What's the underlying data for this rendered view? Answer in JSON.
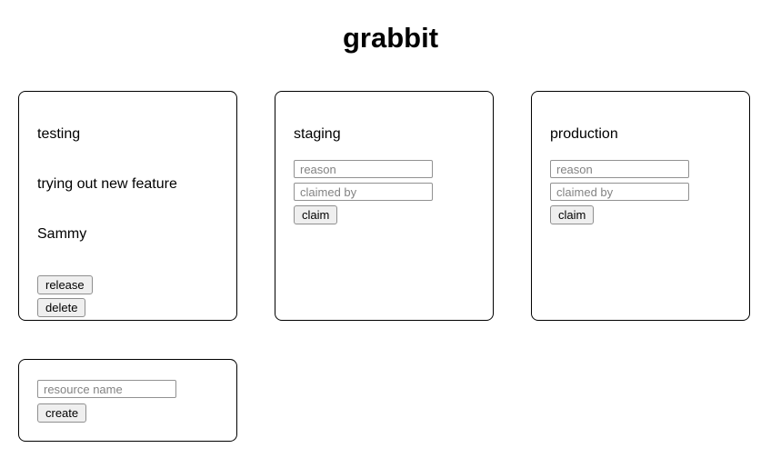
{
  "title": "grabbit",
  "colors": {
    "card_border": "#000000",
    "input_border": "#919191",
    "placeholder_text": "#838383",
    "button_bg": "#efefef",
    "button_border": "#8f8f8f",
    "text": "#000000",
    "background": "#ffffff"
  },
  "cards": [
    {
      "name": "testing",
      "reason": "trying out new feature",
      "claimed_by": "Sammy",
      "release_label": "release",
      "delete_label": "delete"
    },
    {
      "name": "staging",
      "reason_placeholder": "reason",
      "reason_value": "",
      "claimed_by_placeholder": "claimed by",
      "claimed_by_value": "",
      "claim_label": "claim"
    },
    {
      "name": "production",
      "reason_placeholder": "reason",
      "reason_value": "",
      "claimed_by_placeholder": "claimed by",
      "claimed_by_value": "",
      "claim_label": "claim"
    }
  ],
  "create_card": {
    "name_placeholder": "resource name",
    "name_value": "",
    "create_label": "create"
  }
}
